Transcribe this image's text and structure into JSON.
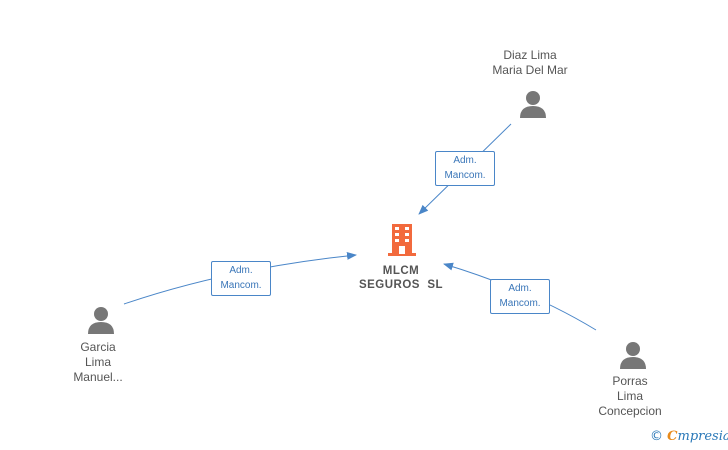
{
  "company": {
    "name_line1": "MLCM",
    "name_line2": "SEGUROS  SL",
    "icon": "building-icon",
    "color": "#f26a3d"
  },
  "persons": [
    {
      "id": "diaz",
      "lines": [
        "Diaz Lima",
        "Maria Del Mar"
      ],
      "icon": "person-icon"
    },
    {
      "id": "garcia",
      "lines": [
        "Garcia",
        "Lima",
        "Manuel..."
      ],
      "icon": "person-icon"
    },
    {
      "id": "porras",
      "lines": [
        "Porras",
        "Lima",
        "Concepcion"
      ],
      "icon": "person-icon"
    }
  ],
  "edges": [
    {
      "from": "diaz",
      "label_line1": "Adm.",
      "label_line2": "Mancom."
    },
    {
      "from": "garcia",
      "label_line1": "Adm.",
      "label_line2": "Mancom."
    },
    {
      "from": "porras",
      "label_line1": "Adm.",
      "label_line2": "Mancom."
    }
  ],
  "colors": {
    "edge": "#4a86c8",
    "person": "#777777"
  },
  "watermark": {
    "copyright": "©",
    "brand_first": "C",
    "brand_rest": "mpresia"
  }
}
